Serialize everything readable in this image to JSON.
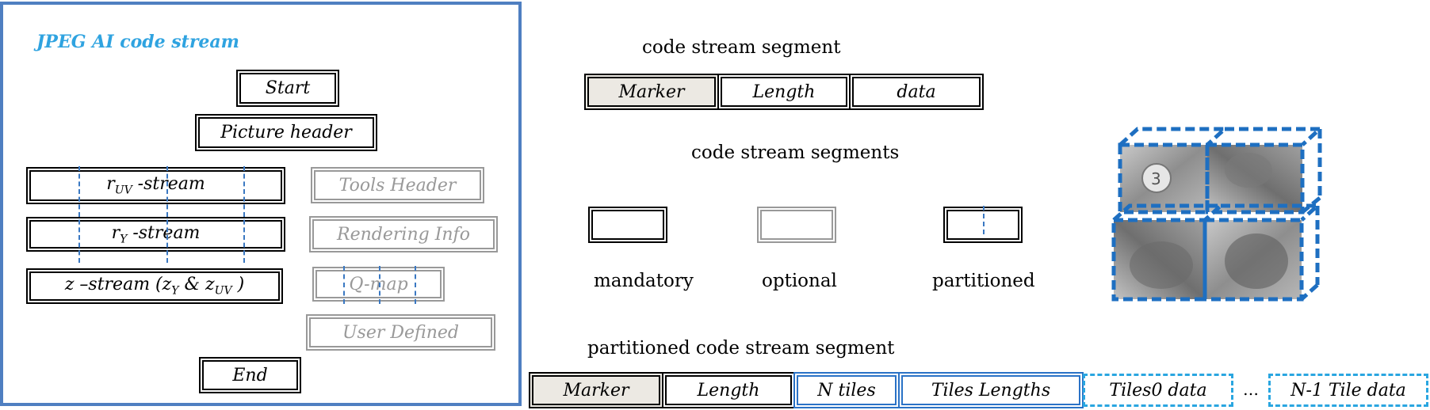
{
  "left_panel": {
    "title": "JPEG AI code stream",
    "start": "Start",
    "picture_header": "Picture header",
    "ruv_r": "r",
    "ruv_sub": "UV",
    "ruv_suffix": " -stream",
    "ry_r": "r",
    "ry_sub": "Y",
    "ry_suffix": " -stream",
    "z_prefix": "z –stream (z",
    "z_sub1": "Y",
    "z_mid": "  & z",
    "z_sub2": "UV",
    "z_suffix": " )",
    "tools_header": "Tools Header",
    "rendering_info": "Rendering Info",
    "q_map": "Q-map",
    "user_defined": "User Defined",
    "end": "End"
  },
  "segment": {
    "heading": "code stream segment",
    "marker": "Marker",
    "length": "Length",
    "data": "data"
  },
  "legend": {
    "heading": "code stream segments",
    "mandatory": "mandatory",
    "optional": "optional",
    "partitioned": "partitioned"
  },
  "partitioned_segment": {
    "heading": "partitioned code stream segment",
    "marker": "Marker",
    "length": "Length",
    "n_tiles": "N tiles",
    "tiles_lengths": "Tiles Lengths",
    "tiles0_data": "Tiles0 data",
    "ellipsis": "…",
    "n1_tile_data": "N-1 Tile data"
  },
  "colors": {
    "frame": "#4f7fc1",
    "title": "#2fa3e0",
    "partition_blue": "#2a72c6",
    "optional_grey": "#999999",
    "tile_dash": "#2aa6e0"
  },
  "icons": [
    "tiled-picture-cube-icon"
  ]
}
